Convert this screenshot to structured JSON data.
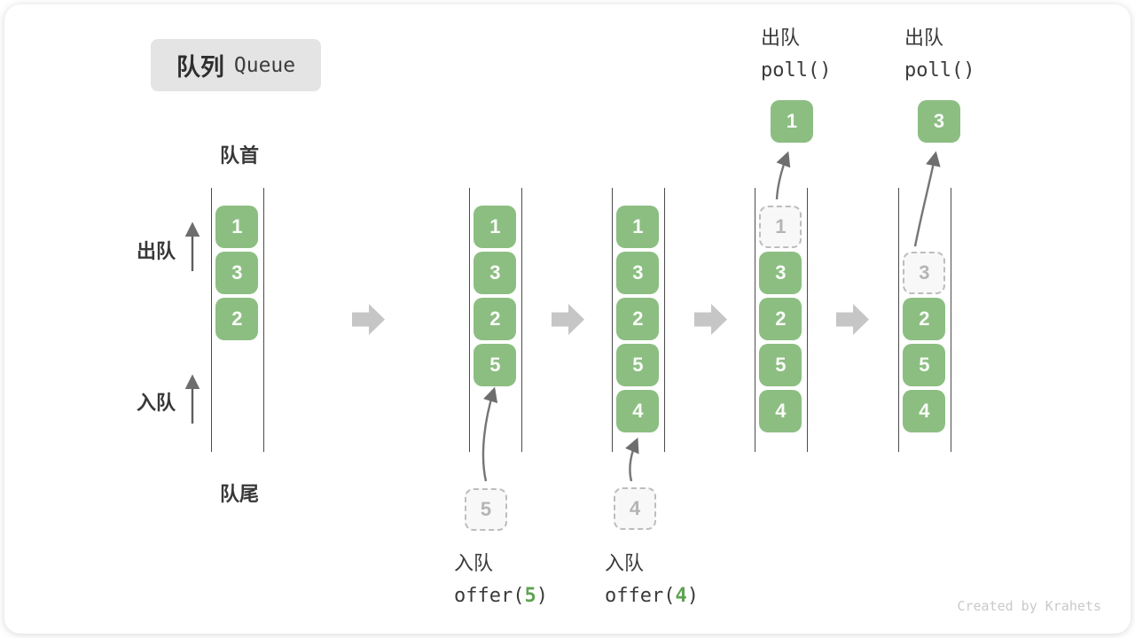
{
  "title": {
    "zh": "队列",
    "en": "Queue"
  },
  "labels": {
    "front": "队首",
    "rear": "队尾",
    "dequeue": "出队",
    "enqueue": "入队"
  },
  "states": [
    {
      "slots": [
        "1",
        "3",
        "2"
      ]
    },
    {
      "slots": [
        "1",
        "3",
        "2",
        "5"
      ],
      "incoming": "5"
    },
    {
      "slots": [
        "1",
        "3",
        "2",
        "5",
        "4"
      ],
      "incoming": "4"
    },
    {
      "dashed": "1",
      "slots": [
        "3",
        "2",
        "5",
        "4"
      ],
      "popped": "1"
    },
    {
      "dashed": "3",
      "slots": [
        "2",
        "5",
        "4"
      ],
      "popped": "3"
    }
  ],
  "ops": {
    "enq1": {
      "name": "入队",
      "open": "offer(",
      "arg": "5",
      "close": ")"
    },
    "enq2": {
      "name": "入队",
      "open": "offer(",
      "arg": "4",
      "close": ")"
    },
    "deq1": {
      "name": "出队",
      "fn": "poll()"
    },
    "deq2": {
      "name": "出队",
      "fn": "poll()"
    }
  },
  "watermark": "Created by Krahets",
  "colors": {
    "item_green": "#8cbe82",
    "accent_green": "#5fa253",
    "dark_text": "#3a3a3a",
    "dashed_gray": "#bdbdbd",
    "big_arrow_gray": "#c6c6c6",
    "thin_arrow_gray": "#757575",
    "title_bg": "#e4e4e4"
  }
}
